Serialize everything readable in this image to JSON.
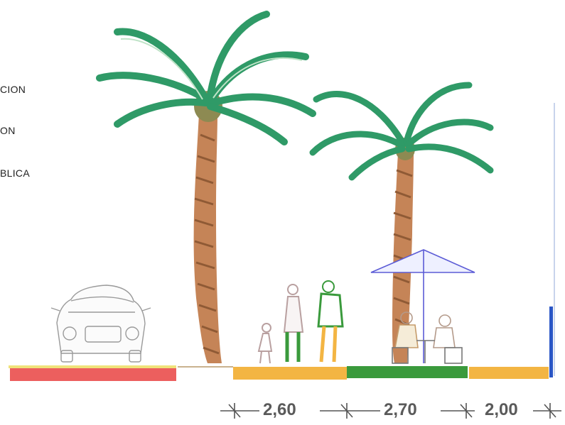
{
  "legend": {
    "items": [
      "CION",
      "ON",
      "BLICA"
    ]
  },
  "dimensions": [
    "2,60",
    "2,70",
    "2,00"
  ],
  "colors": {
    "road": "#ec5f5e",
    "walk": "#f3b543",
    "green_strip": "#3a9a3c",
    "curb_line": "#f0e27a",
    "palm_leaf": "#2f9a67",
    "palm_trunk": "#b8734a",
    "facade": "#2a56c6"
  }
}
